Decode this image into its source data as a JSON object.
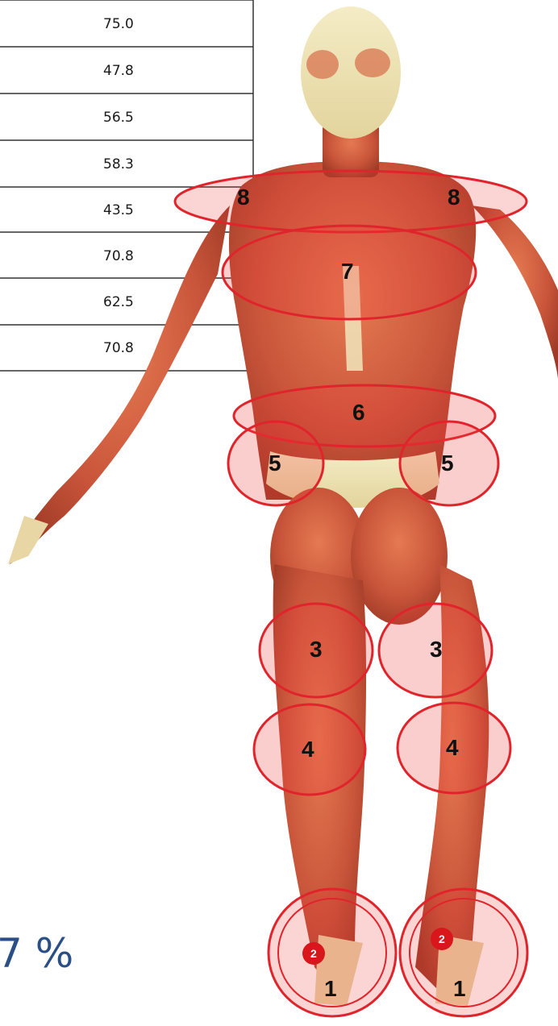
{
  "table": {
    "values": [
      "75.0",
      "47.8",
      "56.5",
      "58.3",
      "43.5",
      "70.8",
      "62.5",
      "70.8"
    ]
  },
  "percent_text": "7 %",
  "zones": {
    "z1_left": "1",
    "z1_right": "1",
    "z2_left": "2",
    "z2_right": "2",
    "z3_left": "3",
    "z3_right": "3",
    "z4_left": "4",
    "z4_right": "4",
    "z5_left": "5",
    "z5_right": "5",
    "z6": "6",
    "z7": "7",
    "z8_left": "8",
    "z8_right": "8"
  },
  "colors": {
    "zone_stroke": "#e0242b",
    "zone_fill": "#ee3b3b",
    "muscle": "#c9553a",
    "skin": "#efe3b6",
    "percent_blue": "#2a4f86"
  }
}
